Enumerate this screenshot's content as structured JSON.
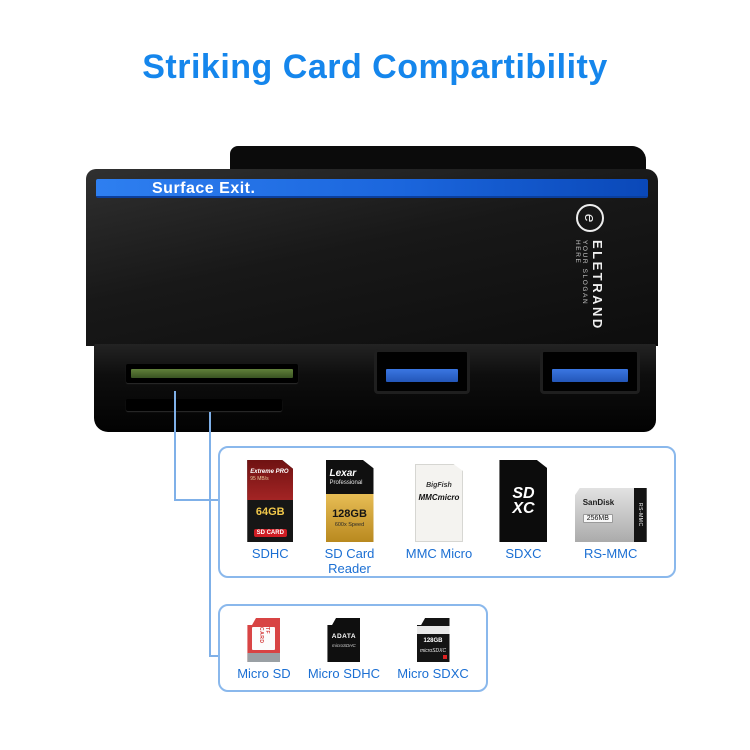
{
  "title": "Striking Card Compartibility",
  "device": {
    "stripe_label": "Surface Exit.",
    "brand": "ELETRAND",
    "slogan": "YOUR SLOGAN HERE",
    "logo_glyph": "e"
  },
  "sd_group": {
    "items": [
      {
        "label": "SDHC",
        "texts": {
          "line1": "Extreme PRO",
          "line2": "95 MB/s",
          "capacity": "64GB",
          "badge": "SD CARD"
        }
      },
      {
        "label": "SD Card Reader",
        "texts": {
          "brand": "Lexar",
          "series": "Professional",
          "capacity": "128GB",
          "speed": "600x Speed"
        }
      },
      {
        "label": "MMC Micro",
        "texts": {
          "logo": "BigFish",
          "type": "MMCmicro"
        }
      },
      {
        "label": "SDXC",
        "texts": {
          "logo_top": "SD",
          "logo_bottom": "XC"
        }
      },
      {
        "label": "RS-MMC",
        "texts": {
          "brand": "SanDisk",
          "capacity": "256MB",
          "side": "RS-MMC"
        }
      }
    ]
  },
  "micro_group": {
    "items": [
      {
        "label": "Micro SD",
        "texts": {
          "side": "TF CARD"
        }
      },
      {
        "label": "Micro SDHC",
        "texts": {
          "brand": "ADATA",
          "type": "microSDHC"
        }
      },
      {
        "label": "Micro SDXC",
        "texts": {
          "capacity": "128GB",
          "type": "microSDXC"
        }
      }
    ]
  },
  "colors": {
    "title": "#1586ec",
    "connector_line": "#7fb0e8",
    "group_border": "#8ab8ec",
    "label_text": "#1b6fd3",
    "stripe_blue": "#1b66dd",
    "usb_blue": "#2f66cf",
    "slot_green": "#4a6b2a"
  }
}
